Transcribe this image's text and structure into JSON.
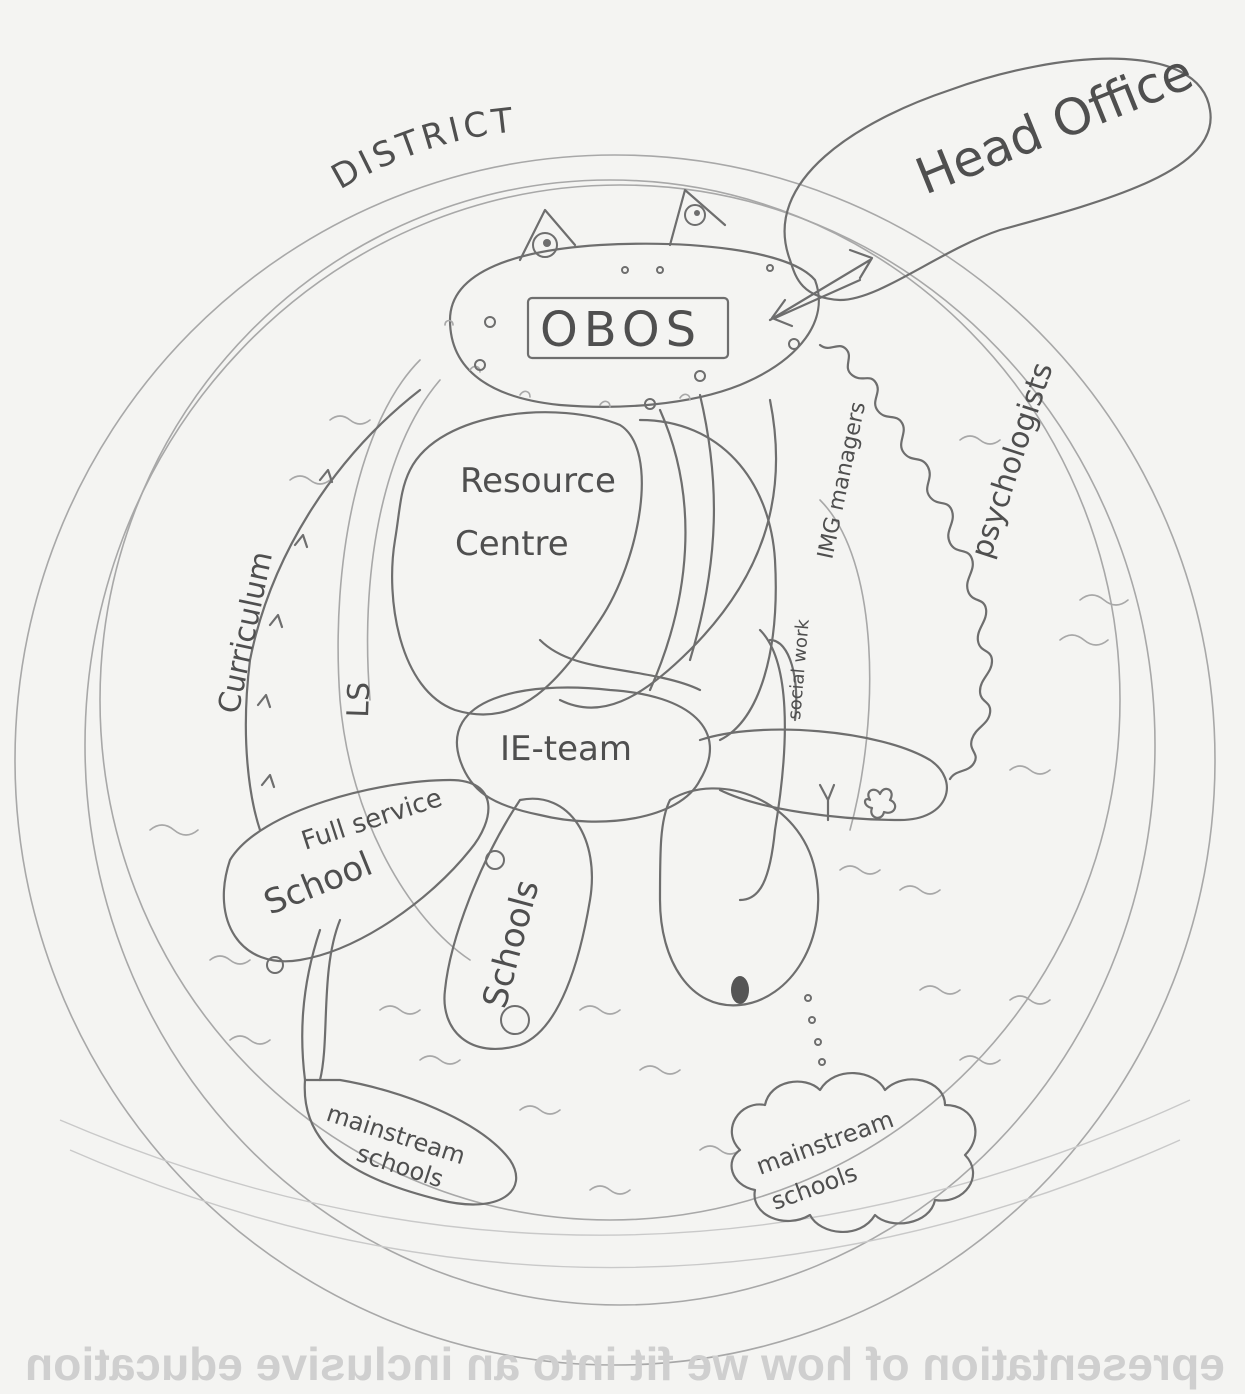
{
  "labels": {
    "district": "DISTRICT",
    "head_office": "Head Office",
    "obos": "OBOS",
    "resource_centre_line1": "Resource",
    "resource_centre_line2": "Centre",
    "ie_team": "IE-team",
    "curriculum": "Curriculum",
    "ls": "LS",
    "img_managers": "IMG managers",
    "psychologists": "psychologists",
    "social_work": "social work",
    "full_service_line1": "Full service",
    "full_service_line2": "School",
    "schools": "Schools",
    "mainstream_left_line1": "mainstream",
    "mainstream_left_line2": "schools",
    "mainstream_right_line1": "mainstream",
    "mainstream_right_line2": "schools"
  },
  "bleed_through_text": "epresentation of how we fit into an inclusive education"
}
